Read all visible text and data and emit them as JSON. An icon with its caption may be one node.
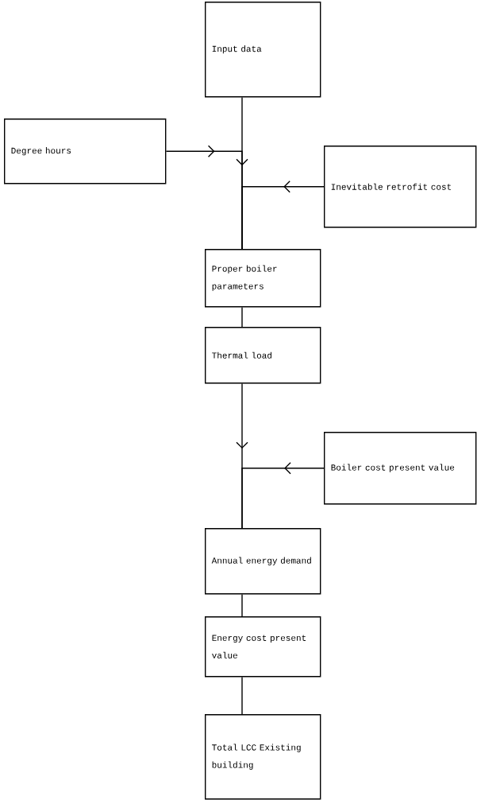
{
  "diagram": {
    "nodes": [
      {
        "text": [
          "Input data"
        ]
      },
      {
        "text": [
          "Degree hours"
        ]
      },
      {
        "text": [
          "Inevitable retrofit cost"
        ]
      },
      {
        "text": [
          "Proper boiler parameters"
        ]
      },
      {
        "text": [
          "Thermal load"
        ]
      },
      {
        "text": [
          "Boiler cost present value"
        ]
      },
      {
        "text": [
          "Annual energy demand"
        ]
      },
      {
        "text": [
          "Energy cost present value"
        ]
      },
      {
        "text": [
          "Total LCC Existing building"
        ]
      }
    ],
    "edges": [
      {
        "from": 0,
        "to": 3,
        "arrow": "to"
      },
      {
        "from": 1,
        "to": 3,
        "arrow": "to"
      },
      {
        "from": 2,
        "to": 3,
        "arrow": "to"
      },
      {
        "from": 3,
        "to": 4,
        "arrow": "none"
      },
      {
        "from": 4,
        "to": 6,
        "arrow": "to"
      },
      {
        "from": 5,
        "to": 6,
        "arrow": "to"
      },
      {
        "from": 6,
        "to": 7,
        "arrow": "none"
      },
      {
        "from": 7,
        "to": 8,
        "arrow": "none"
      }
    ]
  }
}
